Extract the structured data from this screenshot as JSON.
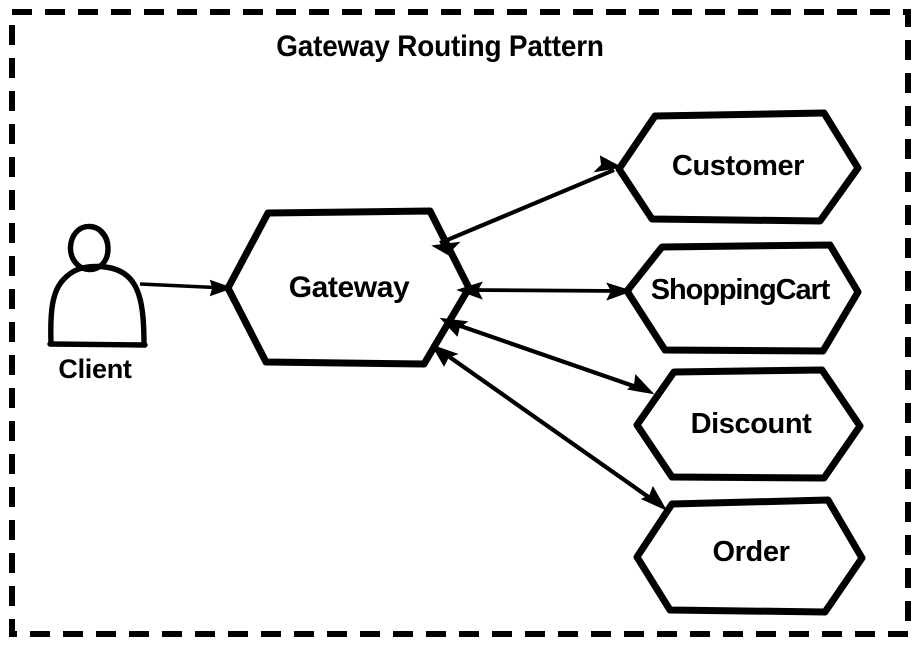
{
  "diagram": {
    "title": "Gateway Routing Pattern",
    "type": "architecture-pattern",
    "border_style": "dashed",
    "colors": {
      "stroke": "#000000",
      "fill": "#ffffff",
      "text": "#000000",
      "background": "#ffffff"
    },
    "actors": [
      {
        "id": "client",
        "label": "Client",
        "shape": "person",
        "icon": "person-icon"
      }
    ],
    "nodes": [
      {
        "id": "gateway",
        "label": "Gateway",
        "shape": "hexagon",
        "role": "gateway"
      },
      {
        "id": "customer",
        "label": "Customer",
        "shape": "hexagon",
        "role": "service"
      },
      {
        "id": "shoppingcart",
        "label": "ShoppingCart",
        "shape": "hexagon",
        "role": "service"
      },
      {
        "id": "discount",
        "label": "Discount",
        "shape": "hexagon",
        "role": "service"
      },
      {
        "id": "order",
        "label": "Order",
        "shape": "hexagon",
        "role": "service"
      }
    ],
    "edges": [
      {
        "id": "client-to-gateway",
        "from": "client",
        "to": "gateway",
        "direction": "one-way",
        "label": ""
      },
      {
        "id": "gateway-to-customer",
        "from": "gateway",
        "to": "customer",
        "direction": "bidirectional",
        "label": ""
      },
      {
        "id": "gateway-to-shoppingcart",
        "from": "gateway",
        "to": "shoppingcart",
        "direction": "bidirectional",
        "label": ""
      },
      {
        "id": "gateway-to-discount",
        "from": "gateway",
        "to": "discount",
        "direction": "bidirectional",
        "label": ""
      },
      {
        "id": "gateway-to-order",
        "from": "gateway",
        "to": "order",
        "direction": "bidirectional",
        "label": ""
      }
    ]
  }
}
